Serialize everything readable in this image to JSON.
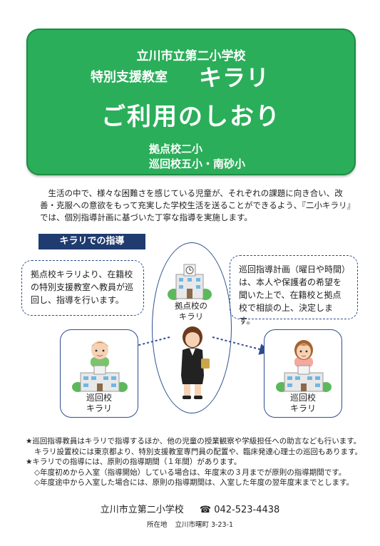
{
  "header": {
    "school": "立川市立第二小学校",
    "room": "特別支援教室",
    "kirari": "キラリ",
    "guide": "ご利用のしおり",
    "base_school": "拠点校二小",
    "tour_schools": "巡回校五小・南砂小"
  },
  "intro": "生活の中で、様々な困難さを感じている児童が、それぞれの課題に向き合い、改善・克服への意欲をもって充実した学校生活を送ることができるよう、『二小キラリ』では、個別指導計画に基づいた丁寧な指導を実施します。",
  "section_label": "キラリでの指導",
  "callout_left": "拠点校キラリより、在籍校の特別支援教室へ教員が巡回し、指導を行います。",
  "callout_right": "巡回指導計画（曜日や時間）は、本人や保護者の希望を聞いた上で、在籍校と拠点校で相談の上、決定します。",
  "hub_label": [
    "拠点校の",
    "キラリ"
  ],
  "satellite_label": [
    "巡回校",
    "キラリ"
  ],
  "notes": [
    "★巡回指導教員はキラリで指導するほか、他の児童の授業観察や学級担任への助言なども行います。",
    "キラリ設置校には東京都より、特別支援教室専門員の配置や、臨床発達心理士の巡回もあります。",
    "★キラリでの指導には、原則の指導期間（１年間）があります。",
    "◇年度初めから入室（指導開始）している場合は、年度末の３月までが原則の指導期間です。",
    "◇年度途中から入室した場合には、原則の指導期間は、入室した年度の翌年度末までとします。"
  ],
  "footer": {
    "school": "立川市立第二小学校",
    "tel": "042-523-4438",
    "address_label": "所在地",
    "address": "立川市曙町 3-23-1"
  },
  "colors": {
    "accent_green": "#2bae5a",
    "navy": "#1f3b6f",
    "line_blue": "#2d4d8f"
  },
  "icons": [
    "school-building-icon",
    "teacher-icon",
    "child-boy-icon",
    "child-girl-icon",
    "phone-icon"
  ]
}
